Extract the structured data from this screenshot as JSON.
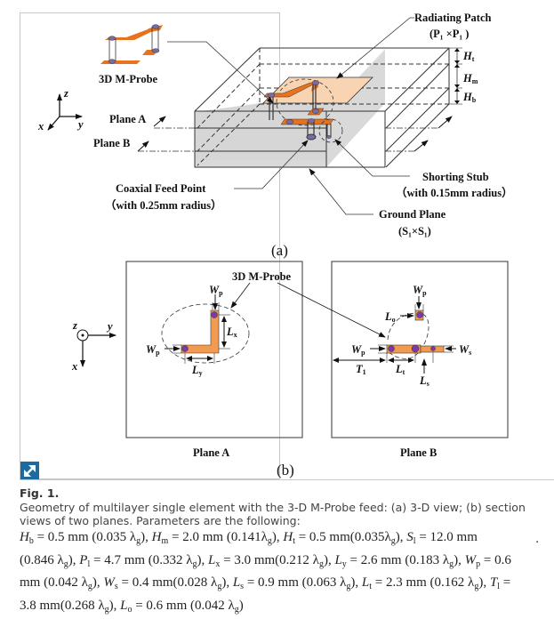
{
  "figure": {
    "panel_a": {
      "label": "(a)",
      "probe_label": "3D M-Probe",
      "radiating_patch": "Radiating Patch",
      "radiating_patch_dims": "(P₁ ×P₁ )",
      "h_t": "H",
      "h_t_sub": "t",
      "h_m": "H",
      "h_m_sub": "m",
      "h_b": "H",
      "h_b_sub": "b",
      "plane_a": "Plane A",
      "plane_b": "Plane B",
      "coax_feed": "Coaxial Feed Point",
      "coax_radius": "（with 0.25mm radius）",
      "shorting_stub": "Shorting Stub",
      "stub_radius": "（with 0.15mm radius）",
      "ground_plane": "Ground Plane",
      "ground_dims": "(S₁×S₁)",
      "axis_z": "z",
      "axis_y": "y",
      "axis_x": "x"
    },
    "panel_b": {
      "label": "(b)",
      "probe_label": "3D M-Probe",
      "plane_a_title": "Plane A",
      "plane_b_title": "Plane B",
      "axis_z": "z",
      "axis_y": "y",
      "axis_x": "x",
      "wp": "W",
      "wp_sub": "p",
      "lx": "L",
      "lx_sub": "x",
      "ly": "L",
      "ly_sub": "y",
      "lo": "L",
      "lo_sub": "o",
      "lt": "L",
      "lt_sub": "t",
      "ls": "L",
      "ls_sub": "s",
      "ws": "W",
      "ws_sub": "s",
      "t1": "T",
      "t1_sub": "1"
    }
  },
  "expand_icon": "expand-arrow-icon",
  "caption": {
    "fig_label": "Fig. 1.",
    "text": "Geometry of multilayer single element with the 3-D M-Probe feed: (a) 3-D view; (b) section views of two planes. Parameters are the following:",
    "params": [
      {
        "sym": "H",
        "sub": "b",
        "value": "0.5 mm (0.035 λ",
        "tail": ")"
      },
      {
        "sym": "H",
        "sub": "m",
        "value": "2.0 mm (0.141λ",
        "tail": ")"
      },
      {
        "sym": "H",
        "sub": "t",
        "value": "0.5 mm(0.035λ",
        "tail": ")"
      },
      {
        "sym": "S",
        "sub": "l",
        "value": "12.0 mm (0.846 λ",
        "tail": ")"
      },
      {
        "sym": "P",
        "sub": "l",
        "value": "4.7 mm (0.332 λ",
        "tail": ")"
      },
      {
        "sym": "L",
        "sub": "x",
        "value": "3.0 mm(0.212 λ",
        "tail": ")"
      },
      {
        "sym": "L",
        "sub": "y",
        "value": "2.6 mm (0.183 λ",
        "tail": ")"
      },
      {
        "sym": "W",
        "sub": "p",
        "value": "0.6 mm (0.042 λ",
        "tail": ")"
      },
      {
        "sym": "W",
        "sub": "s",
        "value": "0.4 mm(0.028 λ",
        "tail": ")"
      },
      {
        "sym": "L",
        "sub": "s",
        "value": "0.9 mm (0.063 λ",
        "tail": ")"
      },
      {
        "sym": "L",
        "sub": "t",
        "value": "2.3 mm (0.162 λ",
        "tail": ")"
      },
      {
        "sym": "T",
        "sub": "l",
        "value": "3.8 mm(0.268 λ",
        "tail": ")"
      },
      {
        "sym": "L",
        "sub": "o",
        "value": "0.6 mm (0.042 λ",
        "tail": ")"
      }
    ],
    "rows": [
      "H<sub>b</sub> = 0.5 mm (0.035 λ<sub>g</sub>), H<sub>m</sub> = 2.0 mm (0.141λ<sub>g</sub>), H<sub>t</sub> = 0.5 mm(0.035λ<sub>g</sub>), S<sub>l</sub> = 12.0 mm",
      "(0.846 λ<sub>g</sub>), P<sub>l</sub> = 4.7 mm (0.332 λ<sub>g</sub>), L<sub>x</sub> = 3.0 mm(0.212 λ<sub>g</sub>), L<sub>y</sub> = 2.6 mm (0.183 λ<sub>g</sub>), W<sub>p</sub> = 0.6",
      "mm (0.042 λ<sub>g</sub>), W<sub>s</sub> = 0.4 mm(0.028 λ<sub>g</sub>), L<sub>s</sub> = 0.9 mm (0.063 λ<sub>g</sub>), L<sub>t</sub> = 2.3 mm (0.162 λ<sub>g</sub>), T<sub>l</sub> =",
      "3.8 mm(0.268 λ<sub>g</sub>), L<sub>o</sub> = 0.6 mm (0.042 λ<sub>g</sub>)"
    ],
    "trailing_mark": "."
  }
}
